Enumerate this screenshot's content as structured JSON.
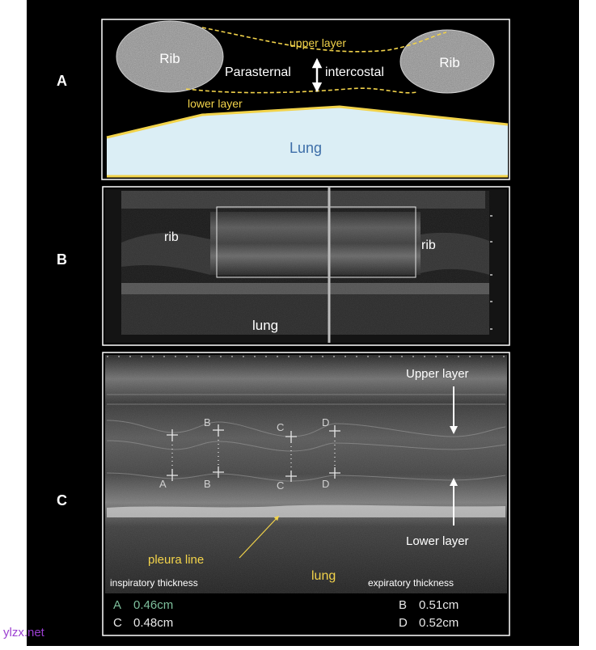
{
  "panels": {
    "a": {
      "letter": "A",
      "rib_left": "Rib",
      "rib_right": "Rib",
      "upper_layer": "upper layer",
      "lower_layer": "lower layer",
      "parasternal": "Parasternal",
      "intercostal": "intercostal",
      "lung": "Lung"
    },
    "b": {
      "letter": "B",
      "rib_left": "rib",
      "rib_right": "rib",
      "lung": "lung"
    },
    "c": {
      "letter": "C",
      "upper_layer": "Upper layer",
      "lower_layer": "Lower layer",
      "pleura_line": "pleura line",
      "lung": "lung",
      "inspiratory": "inspiratory thickness",
      "expiratory": "expiratory thickness",
      "marker_labels": [
        "A",
        "B",
        "C",
        "D"
      ],
      "measurements": [
        {
          "label": "A",
          "value": "0.46cm"
        },
        {
          "label": "B",
          "value": "0.51cm"
        },
        {
          "label": "C",
          "value": "0.48cm"
        },
        {
          "label": "D",
          "value": "0.52cm"
        }
      ]
    }
  },
  "watermark": "ylzx.net",
  "colors": {
    "background": "#000000",
    "frame": "#ffffff",
    "yellow_label": "#f2d34a",
    "lung_fill": "#dbeef5",
    "lung_text": "#3d6ea8",
    "measure_a": "#7dbf9c",
    "measure_text": "#e8e8e8",
    "watermark": "#9b3fd1"
  }
}
